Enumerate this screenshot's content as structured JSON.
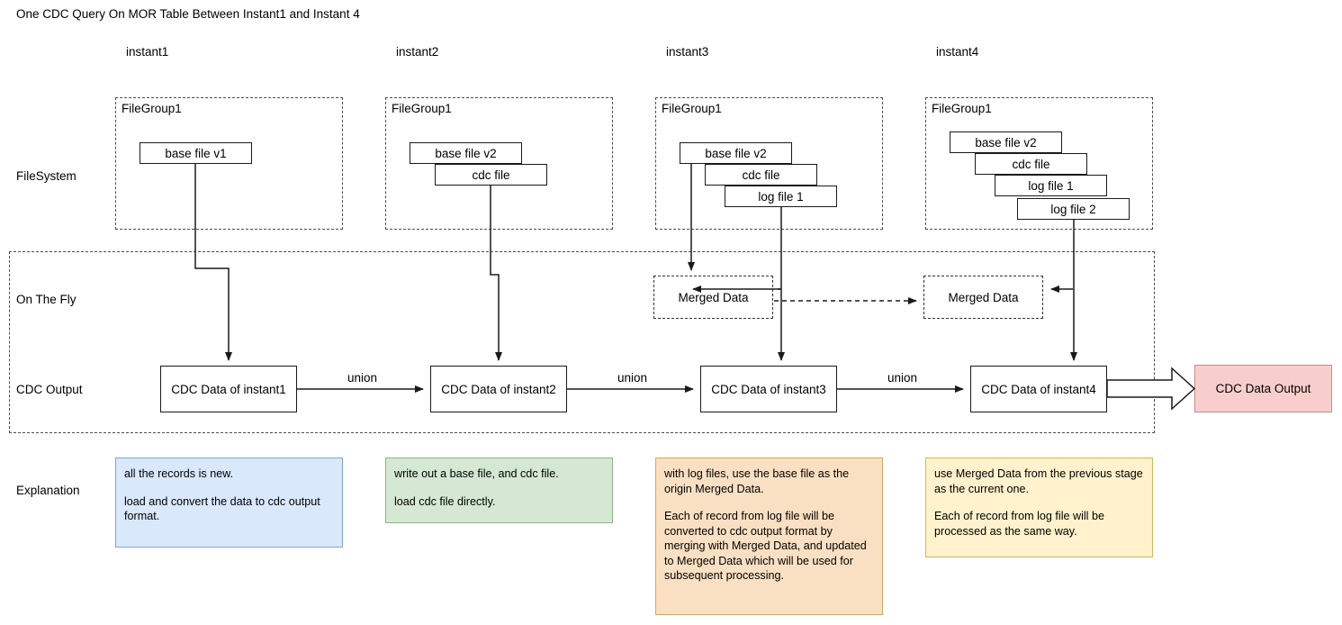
{
  "title": "One CDC Query On MOR Table Between Instant1 and Instant 4",
  "instants": [
    {
      "label": "instant1"
    },
    {
      "label": "instant2"
    },
    {
      "label": "instant3"
    },
    {
      "label": "instant4"
    }
  ],
  "row_labels": {
    "filesystem": "FileSystem",
    "on_the_fly": "On The Fly",
    "cdc_output": "CDC Output",
    "explanation": "Explanation"
  },
  "file_groups": [
    {
      "title": "FileGroup1",
      "files": [
        "base file v1"
      ]
    },
    {
      "title": "FileGroup1",
      "files": [
        "base file v2",
        "cdc file"
      ]
    },
    {
      "title": "FileGroup1",
      "files": [
        "base file v2",
        "cdc file",
        "log file 1"
      ]
    },
    {
      "title": "FileGroup1",
      "files": [
        "base file v2",
        "cdc file",
        "log file 1",
        "log file 2"
      ]
    }
  ],
  "merged_data": [
    {
      "label": "Merged Data"
    },
    {
      "label": "Merged Data"
    }
  ],
  "cdc_boxes": [
    {
      "label": "CDC Data of instant1"
    },
    {
      "label": "CDC Data of instant2"
    },
    {
      "label": "CDC Data of instant3"
    },
    {
      "label": "CDC Data of instant4"
    }
  ],
  "union_labels": [
    "union",
    "union",
    "union"
  ],
  "output_box": {
    "label": "CDC Data Output"
  },
  "explanations": [
    {
      "paragraphs": [
        "all the records is new.",
        "load and convert the data to cdc output format."
      ]
    },
    {
      "paragraphs": [
        "write out a base file, and cdc file.",
        "load cdc file directly."
      ]
    },
    {
      "paragraphs": [
        "with log files, use the base file as the origin Merged Data.",
        "Each of record from log file will be converted to cdc output format by merging with Merged Data, and updated to Merged Data which will be used for subsequent processing."
      ]
    },
    {
      "paragraphs": [
        "use Merged Data from the previous stage as the current one.",
        "Each of record from log file will be processed as the same way."
      ]
    }
  ],
  "colors": {
    "explanation_blue_fill": "#dae8fc",
    "explanation_blue_stroke": "#7ea6d6",
    "explanation_green_fill": "#d5e8d4",
    "explanation_green_stroke": "#8fb585",
    "explanation_orange_fill": "#fae0c3",
    "explanation_orange_stroke": "#d6a860",
    "explanation_yellow_fill": "#fff2cc",
    "explanation_yellow_stroke": "#d6b656",
    "output_fill": "#f8cecc",
    "output_stroke": "#c98a87",
    "line": "#1a1a1a",
    "dashed_container": "#4d4d4d"
  }
}
